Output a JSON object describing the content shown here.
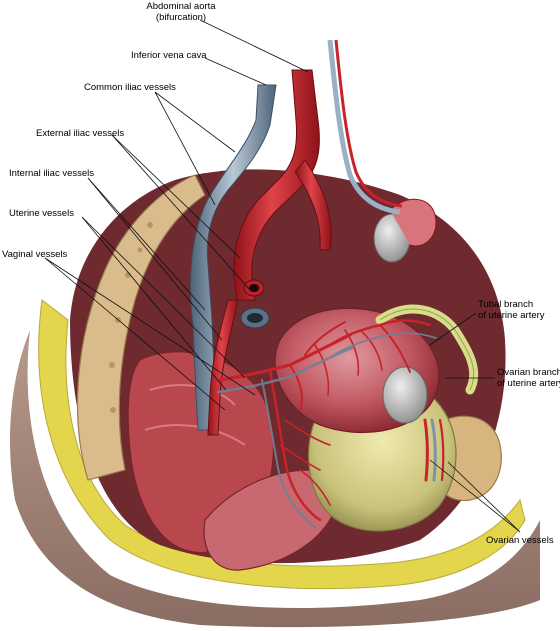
{
  "labels": {
    "abdominal_aorta": "Abdominal aorta",
    "abdominal_aorta_sub": "(bifurcation)",
    "inferior_vena_cava": "Inferior vena cava",
    "common_iliac": "Common iliac vessels",
    "external_iliac": "External iliac vessels",
    "internal_iliac": "Internal iliac vessels",
    "uterine_vessels": "Uterine vessels",
    "vaginal_vessels": "Vaginal vessels",
    "tubal_branch": "Tubal branch",
    "tubal_branch_sub": "of uterine artery",
    "ovarian_branch": "Ovarian branch",
    "ovarian_branch_sub": "of uterine artery",
    "ovarian_vessels": "Ovarian vessels"
  },
  "colors": {
    "artery": "#c8222a",
    "artery_dark": "#8e1218",
    "vein": "#7e93a8",
    "bone": "#d8b888",
    "fat": "#e6d84a",
    "muscle": "#b5454a",
    "peritoneum": "#d9a79a",
    "skin": "#a58a7e",
    "ovary": "#b9b9b9"
  }
}
